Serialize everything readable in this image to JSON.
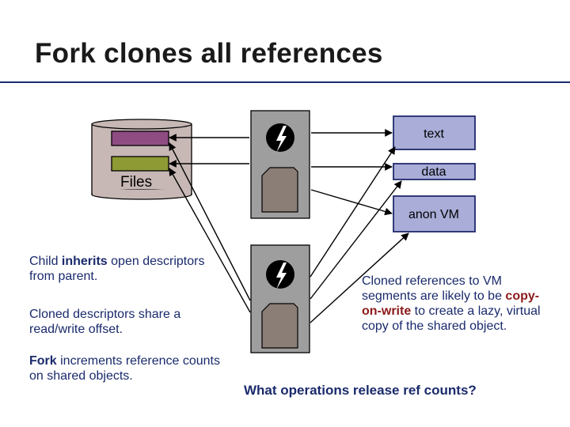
{
  "title": "Fork clones all references",
  "diagram": {
    "files_label": "Files",
    "segments": {
      "text": "text",
      "data": "data",
      "anon_vm": "anon VM"
    },
    "colors": {
      "cylinder": "#c7b8b5",
      "descriptor_purple": "#8e4c82",
      "descriptor_green": "#8e9a33",
      "process_box": "#9e9e9e",
      "process_inner": "#8b7e77",
      "segment_fill": "#a9add8",
      "segment_border": "#202a6c"
    }
  },
  "notes": {
    "inherit": {
      "pre": "Child ",
      "bold": "inherits",
      "post": " open descriptors from parent."
    },
    "offset": "Cloned descriptors share a read/write offset.",
    "fork": {
      "bold": "Fork",
      "post": " increments reference counts on shared objects."
    },
    "cow": {
      "pre": "Cloned references to VM segments are likely to be ",
      "highlight": "copy-on-write",
      "post": " to create a lazy, virtual copy of the shared object."
    }
  },
  "question": "What operations release ref counts?"
}
